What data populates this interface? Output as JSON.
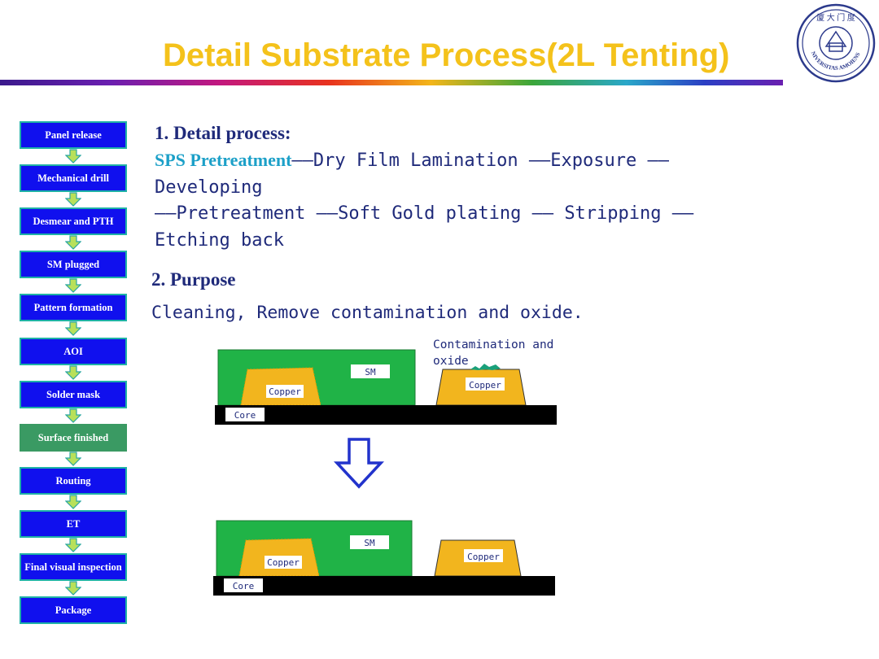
{
  "header": {
    "title": "Detail Substrate Process(2L Tenting)"
  },
  "logo": {
    "icon": "university-seal-icon",
    "text": "UNIVERSITAS AMOIENSIS",
    "chars": "厦 大 门 度"
  },
  "flow": {
    "steps": [
      {
        "label": "Panel release",
        "active": false
      },
      {
        "label": "Mechanical drill",
        "active": false
      },
      {
        "label": "Desmear and PTH",
        "active": false
      },
      {
        "label": "SM plugged",
        "active": false
      },
      {
        "label": "Pattern formation",
        "active": false
      },
      {
        "label": "AOI",
        "active": false
      },
      {
        "label": "Solder mask",
        "active": false
      },
      {
        "label": "Surface finished",
        "active": true
      },
      {
        "label": "Routing",
        "active": false
      },
      {
        "label": "ET",
        "active": false
      },
      {
        "label": "Final visual inspection",
        "active": false
      },
      {
        "label": "Package",
        "active": false
      }
    ]
  },
  "process": {
    "heading": "1. Detail process:",
    "first_step": "SPS Pretreatment",
    "line1_rest": "——Dry Film Lamination ——Exposure ——",
    "line2": "Developing",
    "line3": "——Pretreatment ——Soft Gold plating —— Stripping ——",
    "line4": "Etching back"
  },
  "purpose": {
    "heading": "2. Purpose",
    "text": "Cleaning, Remove contamination and  oxide."
  },
  "diagram": {
    "annotation": "Contamination and oxide",
    "labels": {
      "sm": "SM",
      "copper": "Copper",
      "core": "Core"
    },
    "colors": {
      "sm_green": "#20b347",
      "copper": "#f2b51e",
      "core": "#000000",
      "arrow": "#2233cc"
    }
  }
}
